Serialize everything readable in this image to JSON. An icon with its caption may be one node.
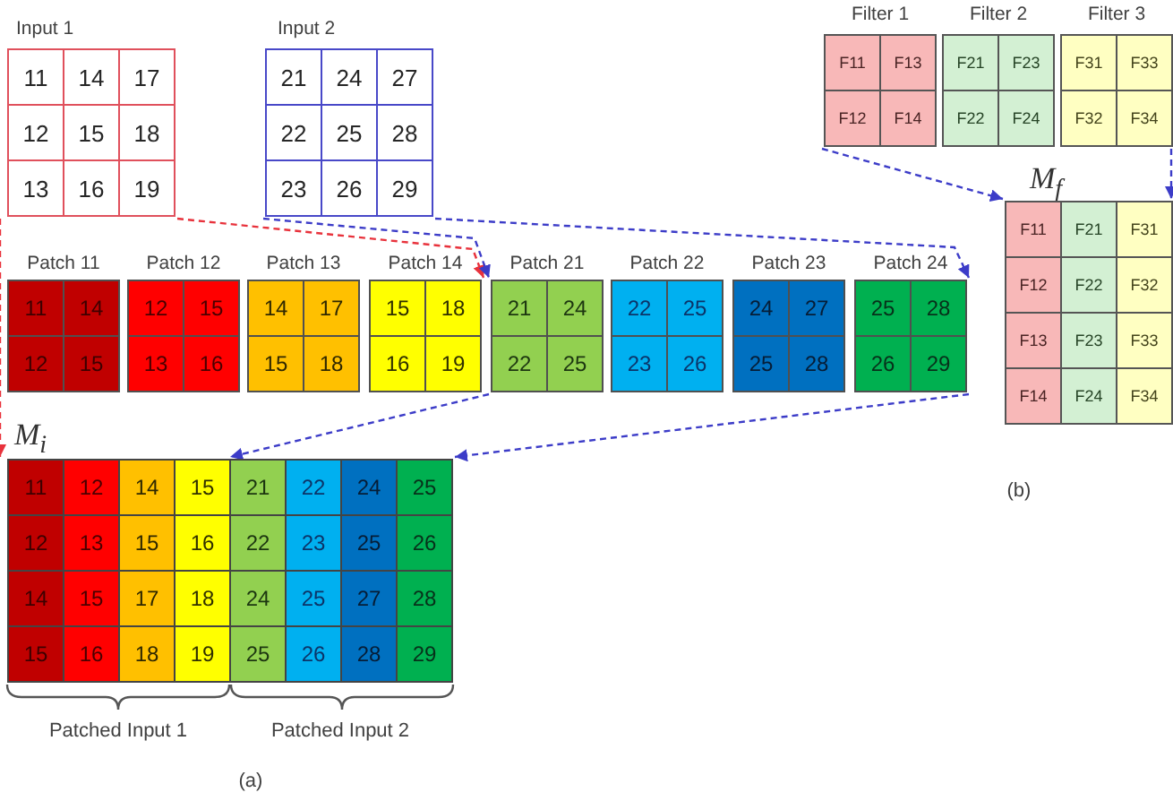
{
  "diagram": {
    "nodes": [
      {
        "text": [
          "Input 1",
          "11",
          "14",
          "17",
          "12",
          "15",
          "18",
          "13",
          "16",
          "19"
        ]
      },
      {
        "text": [
          "Input 2",
          "21",
          "24",
          "27",
          "22",
          "25",
          "28",
          "23",
          "26",
          "29"
        ]
      },
      {
        "text": [
          "Filter 1",
          "F11",
          "F13",
          "F12",
          "F14"
        ]
      },
      {
        "text": [
          "Filter 2",
          "F21",
          "F23",
          "F22",
          "F24"
        ]
      },
      {
        "text": [
          "Filter 3",
          "F31",
          "F33",
          "F32",
          "F34"
        ]
      },
      {
        "text": [
          "M$_{f}$",
          "F11",
          "F21",
          "F31",
          "F12",
          "F22",
          "F32",
          "F13",
          "F23",
          "F33",
          "F14",
          "F24",
          "F34"
        ]
      },
      {
        "text": [
          "Patch 11",
          "11",
          "14",
          "12",
          "15"
        ]
      },
      {
        "text": [
          "Patch 12",
          "12",
          "15",
          "13",
          "16"
        ]
      },
      {
        "text": [
          "Patch 13",
          "14",
          "17",
          "15",
          "18"
        ]
      },
      {
        "text": [
          "Patch 14",
          "15",
          "18",
          "16",
          "19"
        ]
      },
      {
        "text": [
          "Patch 21",
          "21",
          "24",
          "22",
          "25"
        ]
      },
      {
        "text": [
          "Patch 22",
          "22",
          "25",
          "23",
          "26"
        ]
      },
      {
        "text": [
          "Patch 23",
          "24",
          "27",
          "25",
          "28"
        ]
      },
      {
        "text": [
          "Patch 24",
          "25",
          "28",
          "26",
          "29"
        ]
      },
      {
        "text": [
          "M$_{i}$",
          "11",
          "12",
          "14",
          "15",
          "21",
          "22",
          "24",
          "25",
          "12",
          "13",
          "15",
          "16",
          "22",
          "23",
          "25",
          "26",
          "14",
          "15",
          "17",
          "18",
          "24",
          "25",
          "27",
          "28",
          "15",
          "16",
          "18",
          "19",
          "25",
          "26",
          "28",
          "29"
        ]
      }
    ],
    "edges": [
      {
        "from": 0,
        "to": 14,
        "arrow": "to",
        "style": "dashed",
        "color": "#e8323c"
      },
      {
        "from": 0,
        "to": 9,
        "arrow": "to",
        "style": "dashed",
        "color": "#e8323c"
      },
      {
        "from": 1,
        "to": 10,
        "arrow": "to",
        "style": "dashed"
      },
      {
        "from": 1,
        "to": 13,
        "arrow": "to",
        "style": "dashed"
      },
      {
        "from": 10,
        "to": 14,
        "arrow": "to",
        "style": "dashed"
      },
      {
        "from": 13,
        "to": 14,
        "arrow": "to",
        "style": "dashed"
      },
      {
        "from": 2,
        "to": 5,
        "arrow": "to",
        "style": "dashed"
      },
      {
        "from": 4,
        "to": 5,
        "arrow": "to",
        "style": "dashed"
      }
    ],
    "labels": [
      "Patched Input 1",
      "Patched Input 2",
      "(a)",
      "(b)"
    ]
  }
}
